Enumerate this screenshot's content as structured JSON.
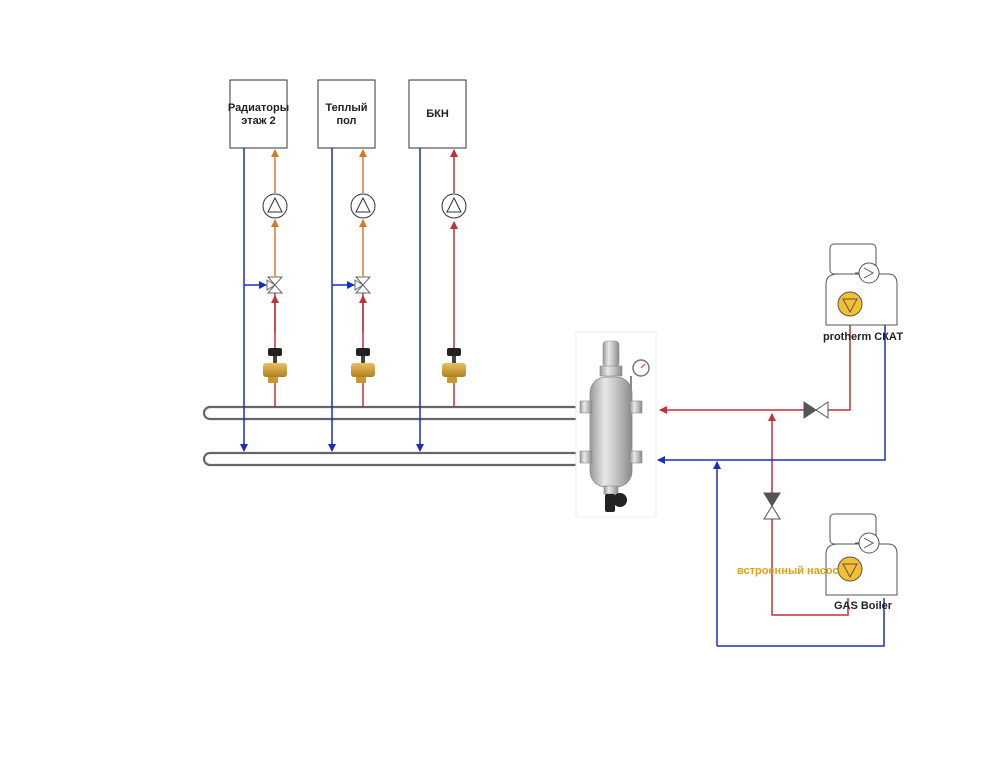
{
  "consumers": [
    {
      "line1": "Радиаторы",
      "line2": "этаж 2"
    },
    {
      "line1": "Теплый",
      "line2": "пол"
    },
    {
      "line1": "БКН",
      "line2": ""
    }
  ],
  "boilers": {
    "top_label": "protherm СКАТ",
    "bottom_label": "GAS Boiler",
    "builtin_pump_label": "встроенный насос"
  },
  "colors": {
    "supply": "#c0303a",
    "return": "#1a2fc0",
    "mixed": "#d07a2e",
    "header": "#666666",
    "builtin_pump_text": "#e0a020"
  },
  "icons": [
    "circulation-pump-icon",
    "three-way-valve-icon",
    "balancing-valve-icon",
    "check-valve-icon",
    "hydraulic-separator-icon",
    "pressure-gauge-icon",
    "boiler-icon"
  ]
}
